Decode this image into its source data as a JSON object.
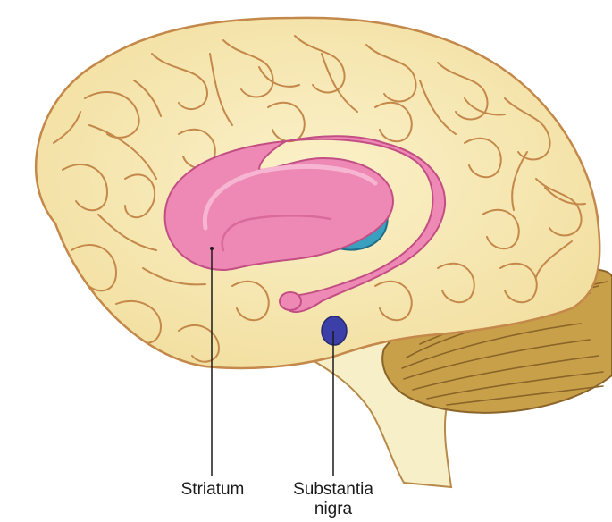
{
  "labels": {
    "striatum": "Striatum",
    "substantia_nigra_line1": "Substantia",
    "substantia_nigra_line2": "nigra"
  },
  "colors": {
    "cortex_fill": "#f7e8b0",
    "cortex_outline": "#c4884a",
    "striatum": "#ee88b4",
    "thalamus": "#3aa0c0",
    "substantia_nigra": "#3c3fa8",
    "cerebellum": "#c9a04a",
    "brainstem": "#f7efc8"
  }
}
